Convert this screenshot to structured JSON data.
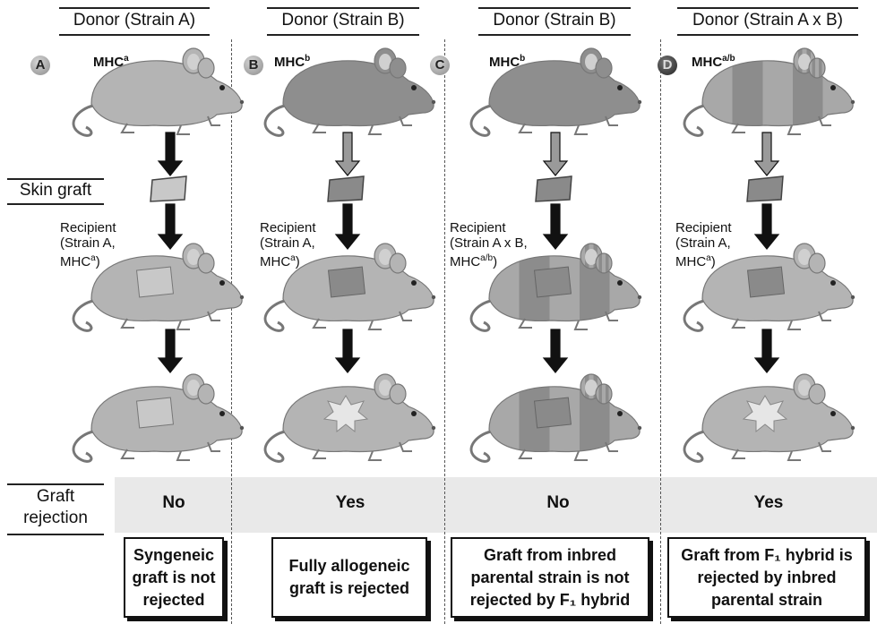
{
  "columns": [
    {
      "letter": "A",
      "donor": "Donor (Strain A)",
      "mhc": "MHC",
      "mhc_sup": "a",
      "recipient_line1": "Recipient",
      "recipient_line2": "(Strain A,",
      "recipient_line3": "MHC",
      "recipient_sup": "a",
      "recipient_tail": ")",
      "result": "No",
      "summary": "Syngeneic graft is not rejected"
    },
    {
      "letter": "B",
      "donor": "Donor (Strain B)",
      "mhc": "MHC",
      "mhc_sup": "b",
      "recipient_line1": "Recipient",
      "recipient_line2": "(Strain A,",
      "recipient_line3": "MHC",
      "recipient_sup": "a",
      "recipient_tail": ")",
      "result": "Yes",
      "summary": "Fully allogeneic graft is rejected"
    },
    {
      "letter": "C",
      "donor": "Donor (Strain B)",
      "mhc": "MHC",
      "mhc_sup": "b",
      "recipient_line1": "Recipient",
      "recipient_line2": "(Strain A x B,",
      "recipient_line3": "MHC",
      "recipient_sup": "a/b",
      "recipient_tail": ")",
      "result": "No",
      "summary": "Graft from inbred parental strain is not rejected by F₁ hybrid"
    },
    {
      "letter": "D",
      "donor": "Donor (Strain A x B)",
      "mhc": "MHC",
      "mhc_sup": "a/b",
      "recipient_line1": "Recipient",
      "recipient_line2": "(Strain A,",
      "recipient_line3": "MHC",
      "recipient_sup": "a",
      "recipient_tail": ")",
      "result": "Yes",
      "summary": "Graft from F₁ hybrid is rejected by inbred parental strain"
    }
  ],
  "labels": {
    "skin_graft": "Skin graft",
    "graft_rejection_line1": "Graft",
    "graft_rejection_line2": "rejection"
  },
  "colors": {
    "mouse_light": "#b4b4b4",
    "mouse_dark": "#8e8e8e",
    "graft_light": "#c8c8c8",
    "graft_dark": "#8a8a8a",
    "band": "#e9e9e9"
  }
}
